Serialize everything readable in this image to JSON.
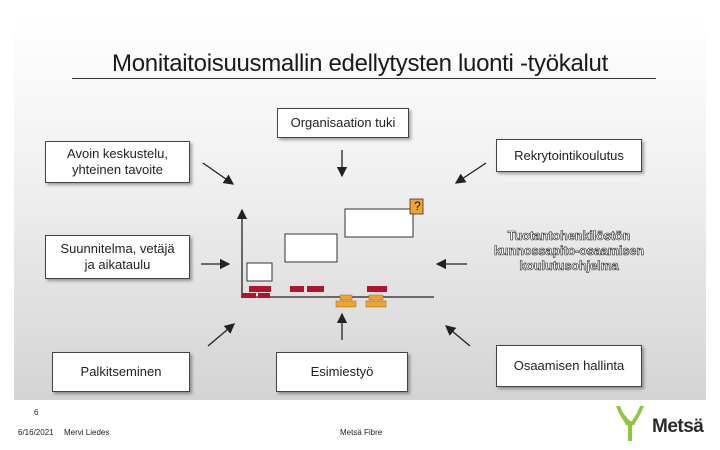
{
  "title": "Monitaitoisuusmallin edellytysten luonti -työkalut",
  "boxes": {
    "top_center": "Organisaation tuki",
    "top_left": "Avoin keskustelu, yhteinen tavoite",
    "top_right": "Rekrytointikoulutus",
    "mid_left": "Suunnitelma, vetäjä ja aikataulu",
    "mid_right": "Tuotantohenkilöstön kunnossapito-osaamisen koulutusohjelma",
    "bottom_left": "Palkitseminen",
    "bottom_center": "Esimiestyö",
    "bottom_right": "Osaamisen hallinta"
  },
  "question_mark": "?",
  "footer": {
    "page_number": "6",
    "date": "6/16/2021",
    "author": "Mervi Liedes",
    "company": "Metsä Fibre"
  },
  "logo": {
    "text": "Metsä",
    "colors": {
      "antlers": "#8dc63f",
      "text": "#2b2b2b"
    }
  },
  "colors": {
    "red_blocks": "#b0152b",
    "orange_blocks": "#f2a32e",
    "question_box": "#f2a32e"
  }
}
